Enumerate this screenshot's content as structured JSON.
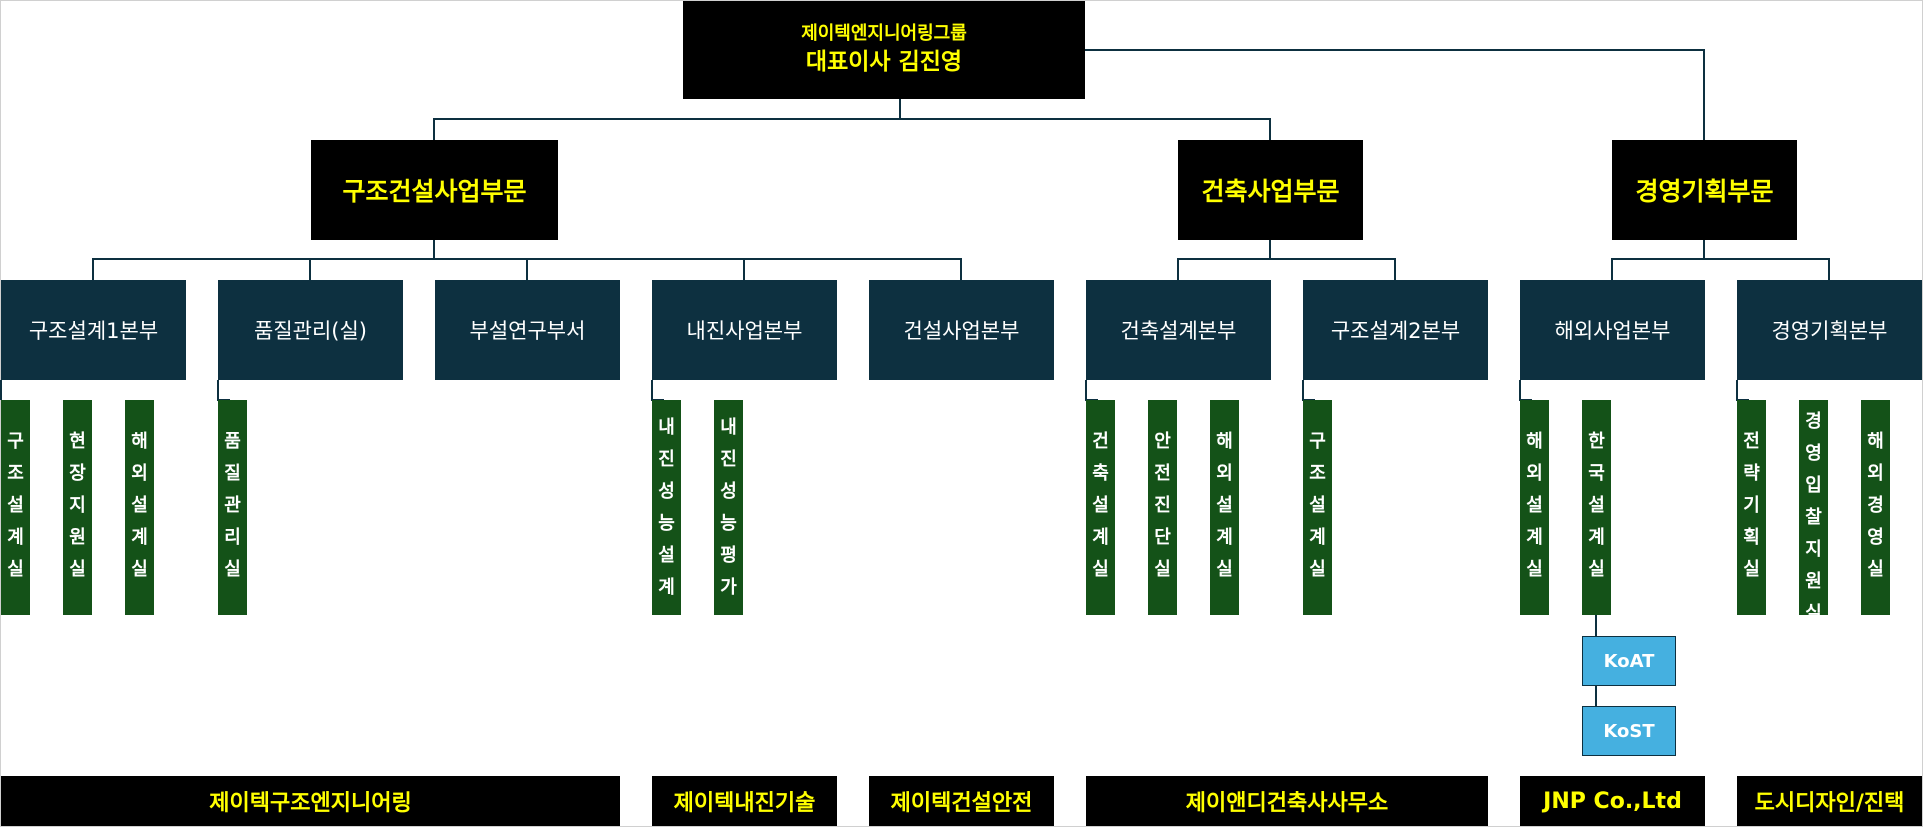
{
  "ceo": {
    "company": "제이텍엔지니어링그룹",
    "title": "대표이사 김진영"
  },
  "divisions": {
    "structure": "구조건설사업부문",
    "architecture": "건축사업부문",
    "management": "경영기획부문"
  },
  "departments": {
    "d1": "구조설계1본부",
    "d2": "품질관리(실)",
    "d3": "부설연구부서",
    "d4": "내진사업본부",
    "d5": "건설사업본부",
    "d6": "건축설계본부",
    "d7": "구조설계2본부",
    "d8": "해외사업본부",
    "d9": "경영기획본부"
  },
  "teams": {
    "t1": "구조설계실",
    "t2": "현장지원실",
    "t3": "해외설계실",
    "t4": "품질관리실",
    "t5": "내진성능설계",
    "t6": "내진성능평가",
    "t7": "건축설계실",
    "t8": "안전진단실",
    "t9": "해외설계실",
    "t10": "구조설계실",
    "t11": "해외설계실",
    "t12": "한국설계실",
    "t13": "전략기획실",
    "t14": "경영입찰지원실",
    "t15": "해외경영실"
  },
  "certifications": {
    "koat": "KoAT",
    "kost": "KoST"
  },
  "companies": {
    "c1": "제이텍구조엔지니어링",
    "c2": "제이텍내진기술",
    "c3": "제이텍건설안전",
    "c4": "제이앤디건축사사무소",
    "c5": "JNP Co.,Ltd",
    "c6": "도시디자인/진택"
  },
  "colors": {
    "executive_bg": "#000000",
    "executive_text": "#ffff00",
    "department_bg": "#0d3040",
    "team_bg": "#145218",
    "certification_bg": "#45b0e0",
    "connector": "#0d3040"
  }
}
